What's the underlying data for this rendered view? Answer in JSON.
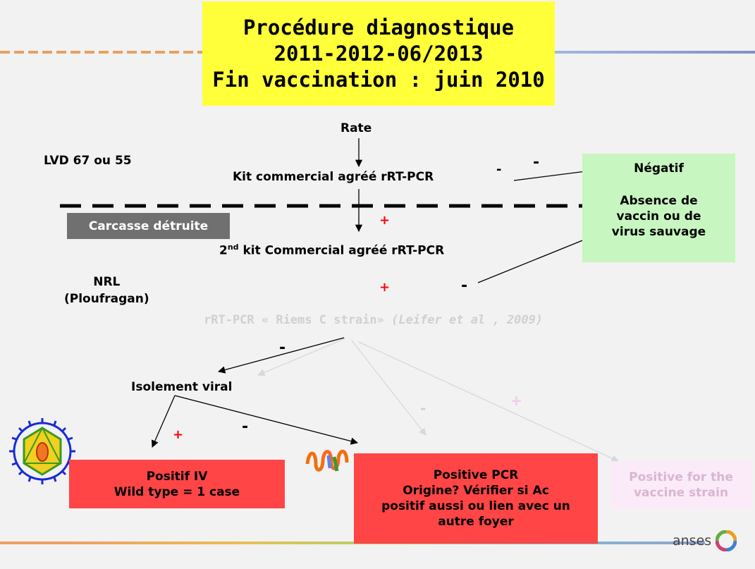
{
  "title": {
    "line1": "Procédure diagnostique",
    "line2": "2011-2012-06/2013",
    "line3": "Fin vaccination : juin 2010"
  },
  "labels": {
    "rate": "Rate",
    "lvd": "LVD 67 ou 55",
    "kit1": "Kit commercial agréé rRT-PCR",
    "kit2_sup": "nd",
    "kit2_pre": "2",
    "kit2": " kit Commercial agréé rRT-PCR",
    "nrl_line1": "NRL",
    "nrl_line2": "(Ploufragan)",
    "rrt_pcr": "rRT-PCR « Riems C strain» ",
    "rrt_ref": "(Leifer et al , 2009)",
    "isolement": "Isolement viral",
    "carcasse": "Carcasse détruite",
    "logo": "anses"
  },
  "signs": {
    "minus": "-",
    "plus": "+"
  },
  "negative_box": {
    "line1": "Négatif",
    "line2": "Absence de",
    "line3": "vaccin ou de",
    "line4": "virus sauvage"
  },
  "positive_iv_box": {
    "line1": "Positif IV",
    "line2": "Wild type = 1 case"
  },
  "positive_pcr_box": {
    "line1": "Positive PCR",
    "line2": "Origine?  Vérifier si Ac",
    "line3": "positif aussi ou lien avec un",
    "line4": "autre foyer"
  },
  "vaccine_box": {
    "line1": "Positive for the",
    "line2": "vaccine strain"
  },
  "colors": {
    "title_bg": "#ffff3a",
    "negative_bg": "#c8f6c0",
    "positive_bg": "#ff4545",
    "vaccine_bg": "#fbeaf8",
    "carcasse_bg": "#707070",
    "plus_sign": "#ff0000"
  },
  "icons": [
    "virus-icon",
    "protein-helix-icon",
    "anses-logo-icon"
  ]
}
